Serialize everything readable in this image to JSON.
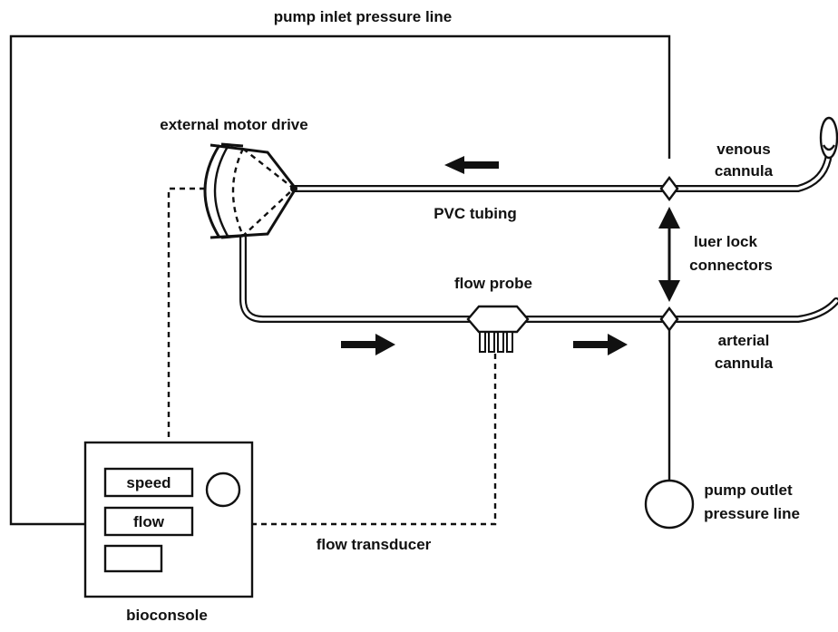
{
  "labels": {
    "pump_inlet_pressure_line": "pump inlet pressure line",
    "external_motor_drive": "external motor drive",
    "venous_cannula_line1": "venous",
    "venous_cannula_line2": "cannula",
    "pvc_tubing": "PVC tubing",
    "luer_lock_line1": "luer lock",
    "luer_lock_line2": "connectors",
    "flow_probe": "flow probe",
    "arterial_cannula_line1": "arterial",
    "arterial_cannula_line2": "cannula",
    "pump_outlet_line1": "pump outlet",
    "pump_outlet_line2": "pressure line",
    "flow_transducer": "flow transducer",
    "bioconsole": "bioconsole"
  },
  "console": {
    "speed_label": "speed",
    "flow_label": "flow"
  },
  "colors": {
    "ink": "#111111",
    "background": "#ffffff"
  }
}
